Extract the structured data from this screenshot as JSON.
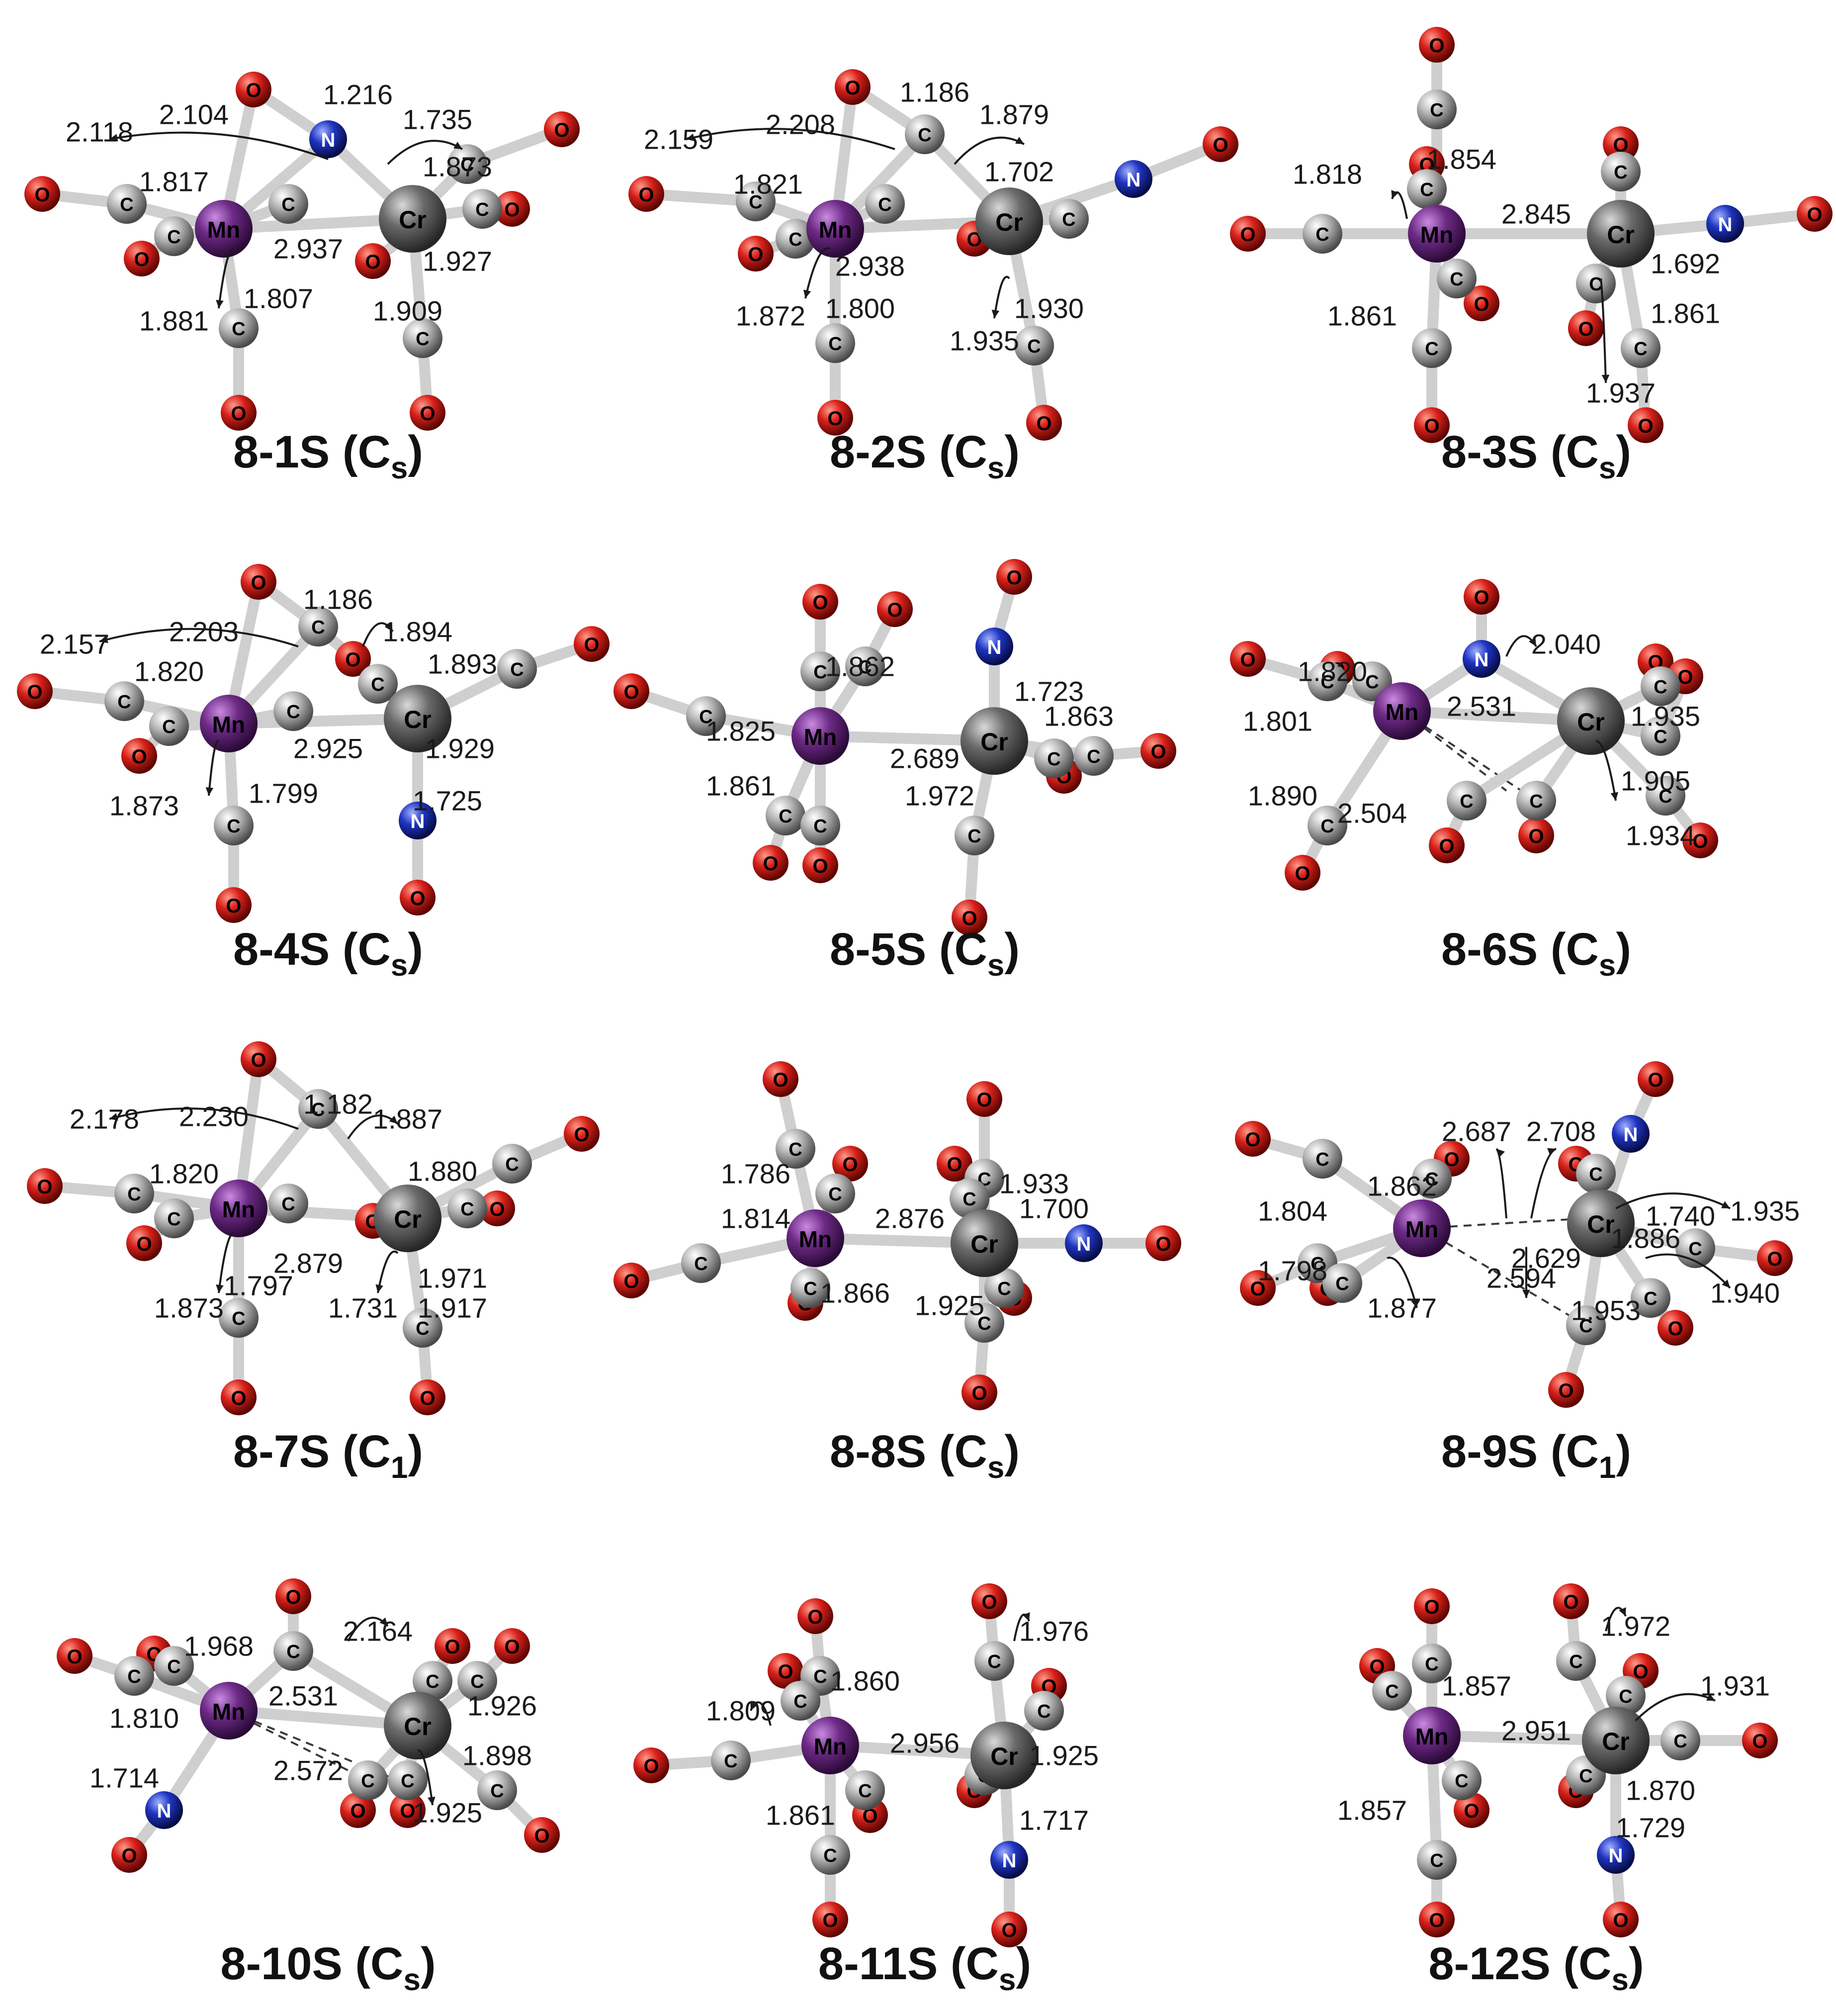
{
  "colors": {
    "Mn": "#5a1f6e",
    "Cr": "#5f5f5f",
    "C": "#a8a8a8",
    "O": "#d01d12",
    "N": "#1b2fb0",
    "bond": "#cfcfcf"
  },
  "atom_labels": {
    "Mn": "Mn",
    "Cr": "Cr",
    "C": "C",
    "O": "O",
    "N": "N"
  },
  "panels": [
    {
      "title": "8-1S",
      "symmetry": "C",
      "sym_sub": "s",
      "distances": [
        "2.118",
        "2.104",
        "1.216",
        "1.735",
        "1.817",
        "1.873",
        "2.937",
        "1.927",
        "1.881",
        "1.807",
        "1.909"
      ]
    },
    {
      "title": "8-2S",
      "symmetry": "C",
      "sym_sub": "s",
      "distances": [
        "2.159",
        "2.208",
        "1.186",
        "1.879",
        "1.821",
        "1.702",
        "2.938",
        "1.872",
        "1.800",
        "1.935",
        "1.930"
      ]
    },
    {
      "title": "8-3S",
      "symmetry": "C",
      "sym_sub": "s",
      "distances": [
        "1.818",
        "1.854",
        "2.845",
        "1.692",
        "1.861",
        "1.861",
        "1.937"
      ]
    },
    {
      "title": "8-4S",
      "symmetry": "C",
      "sym_sub": "s",
      "distances": [
        "2.157",
        "2.203",
        "1.186",
        "1.894",
        "1.820",
        "1.893",
        "2.925",
        "1.929",
        "1.873",
        "1.799",
        "1.725"
      ]
    },
    {
      "title": "8-5S",
      "symmetry": "C",
      "sym_sub": "s",
      "distances": [
        "1.862",
        "1.723",
        "1.825",
        "2.689",
        "1.863",
        "1.861",
        "1.972"
      ]
    },
    {
      "title": "8-6S",
      "symmetry": "C",
      "sym_sub": "s",
      "distances": [
        "2.040",
        "1.820",
        "1.935",
        "1.801",
        "2.531",
        "1.905",
        "1.890",
        "2.504",
        "1.934"
      ]
    },
    {
      "title": "8-7S",
      "symmetry": "C",
      "sym_sub": "1",
      "distances": [
        "2.178",
        "2.230",
        "1.182",
        "1.887",
        "1.820",
        "1.880",
        "2.879",
        "1.971",
        "1.797",
        "1.873",
        "1.731",
        "1.917"
      ]
    },
    {
      "title": "8-8S",
      "symmetry": "C",
      "sym_sub": "s",
      "distances": [
        "1.786",
        "1.933",
        "1.814",
        "2.876",
        "1.700",
        "1.866",
        "1.925"
      ]
    },
    {
      "title": "8-9S",
      "symmetry": "C",
      "sym_sub": "1",
      "distances": [
        "2.687",
        "2.708",
        "1.862",
        "1.740",
        "1.804",
        "1.935",
        "1.886",
        "1.798",
        "2.629",
        "2.594",
        "1.877",
        "1.953",
        "1.940"
      ]
    },
    {
      "title": "8-10S",
      "symmetry": "C",
      "sym_sub": "s",
      "distances": [
        "1.968",
        "2.164",
        "2.531",
        "1.926",
        "1.810",
        "1.898",
        "1.714",
        "2.572",
        "1.925"
      ]
    },
    {
      "title": "8-11S",
      "symmetry": "C",
      "sym_sub": "s",
      "distances": [
        "1.976",
        "1.860",
        "1.809",
        "2.956",
        "1.925",
        "1.861",
        "1.717"
      ]
    },
    {
      "title": "8-12S",
      "symmetry": "C",
      "sym_sub": "s",
      "distances": [
        "1.972",
        "1.857",
        "1.931",
        "2.951",
        "1.857",
        "1.870",
        "1.729"
      ]
    }
  ]
}
